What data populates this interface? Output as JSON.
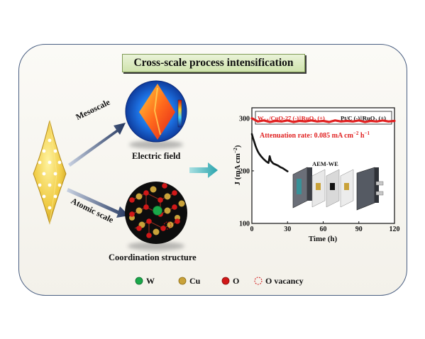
{
  "title": "Cross-scale process intensification",
  "scales": {
    "meso": "Mesoscale",
    "atomic": "Atomic scale"
  },
  "captions": {
    "electric_field": "Electric field",
    "coordination": "Coordination structure"
  },
  "legend": [
    {
      "label": "W",
      "color": "#1aa84a"
    },
    {
      "label": "Cu",
      "color": "#c9a23a"
    },
    {
      "label": "O",
      "color": "#d11818"
    },
    {
      "label": "O vacancy",
      "color": "#d11818"
    }
  ],
  "chart_data": {
    "type": "line",
    "xlabel": "Time (h)",
    "ylabel": "J (mA cm⁻²)",
    "xlim": [
      0,
      120
    ],
    "ylim": [
      100,
      320
    ],
    "xticks": [
      0,
      30,
      60,
      90,
      120
    ],
    "yticks": [
      100,
      200,
      300
    ],
    "legend_position": "top",
    "series": [
      {
        "name": "WSA/CuO-27 (-)||RuO2 (+)",
        "color": "#e02020",
        "x": [
          0,
          5,
          10,
          15,
          20,
          25,
          30,
          35,
          40,
          45,
          50,
          55,
          60,
          65,
          70,
          75,
          80,
          85,
          90,
          95,
          100,
          105,
          110,
          115,
          120
        ],
        "y": [
          300,
          294,
          296,
          293,
          295,
          294,
          296,
          293,
          295,
          294,
          296,
          294,
          295,
          293,
          296,
          294,
          295,
          294,
          296,
          293,
          295,
          294,
          296,
          294,
          295
        ]
      },
      {
        "name": "Pt/C (-)||RuO2 (+)",
        "color": "#111111",
        "x": [
          0,
          1,
          2,
          3,
          4,
          5,
          6,
          7,
          8,
          10,
          12,
          14,
          15,
          16,
          18,
          20,
          22,
          24,
          26,
          28,
          30
        ],
        "y": [
          270,
          262,
          255,
          248,
          242,
          237,
          233,
          230,
          227,
          222,
          218,
          215,
          228,
          219,
          214,
          212,
          210,
          207,
          205,
          202,
          199
        ]
      }
    ],
    "annotation": "Attenuation rate: 0.085 mA cm⁻² h⁻¹",
    "device_label": "AEM-WE"
  }
}
